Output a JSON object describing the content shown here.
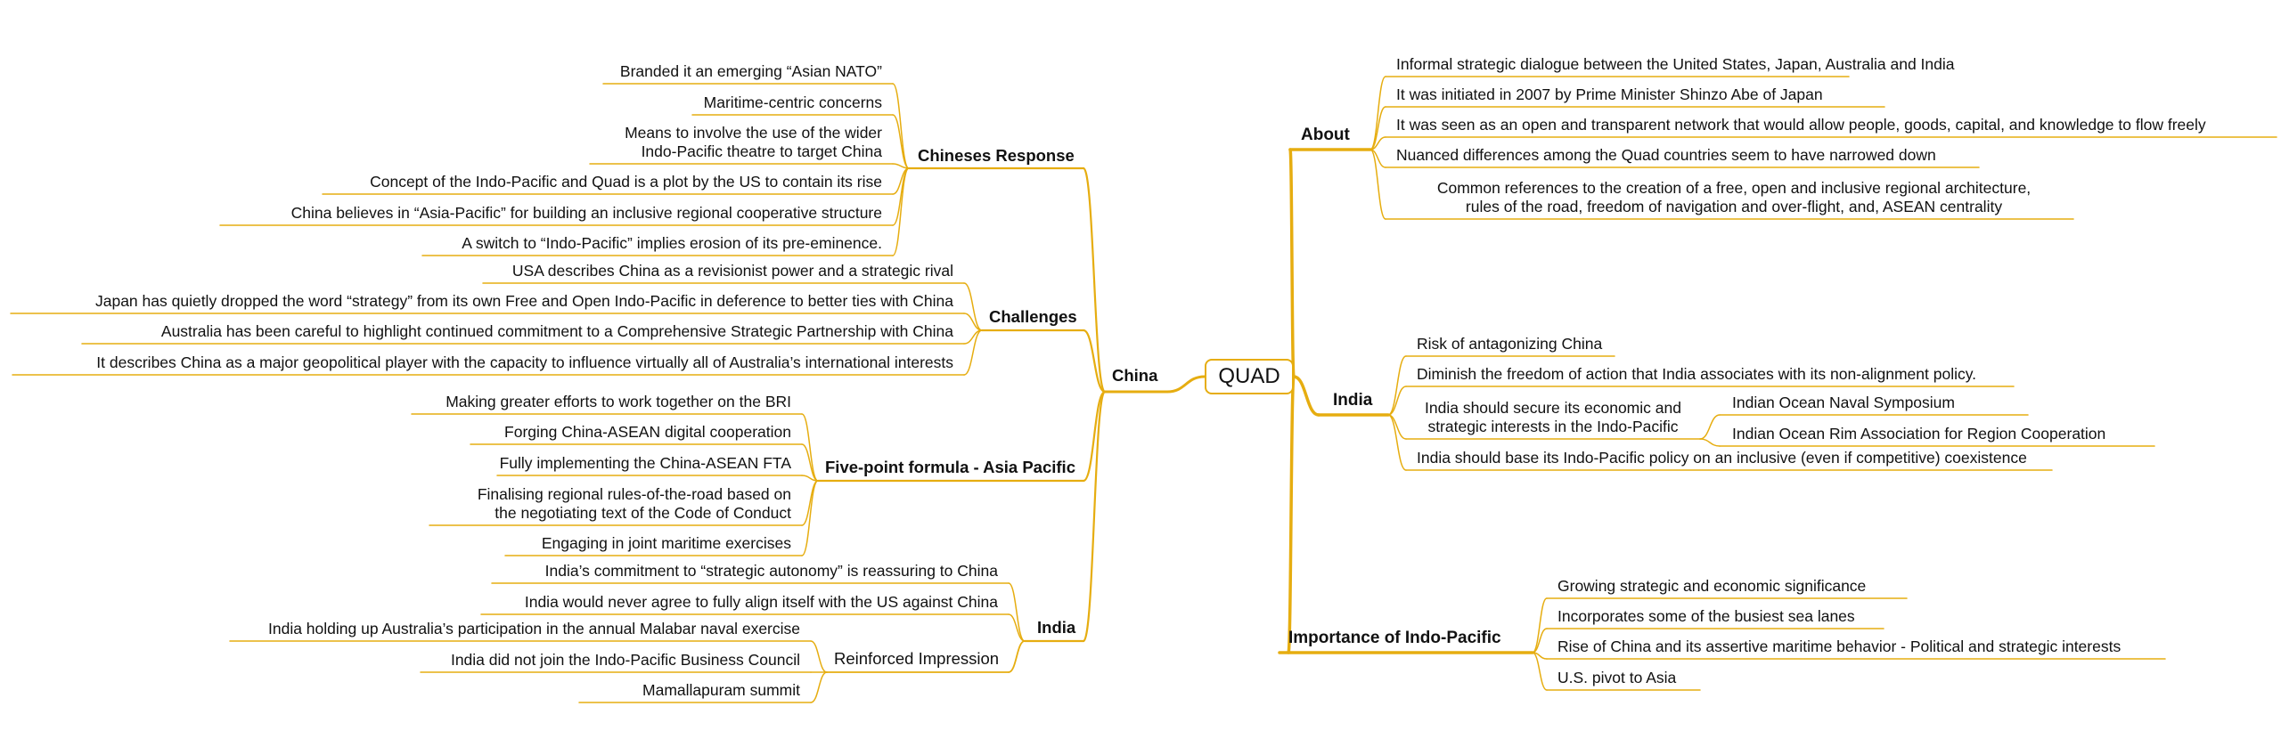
{
  "root": "QUAD",
  "china": {
    "label": "China",
    "chineses_response": {
      "label": "Chineses Response",
      "items": [
        "Branded it an emerging “Asian NATO”",
        "Maritime-centric concerns",
        "Means to involve the use of the wider\nIndo-Pacific theatre to target China",
        "Concept of the Indo-Pacific and Quad is a plot by the US to contain its rise",
        "China believes in “Asia-Pacific” for building an inclusive regional cooperative structure",
        "A switch to “Indo-Pacific” implies erosion of its pre-eminence."
      ]
    },
    "challenges": {
      "label": "Challenges",
      "items": [
        "USA describes China as a revisionist power and a strategic rival",
        "Japan has quietly dropped the word “strategy” from its own Free and Open Indo-Pacific in deference to better ties with China",
        "Australia has been careful to highlight continued commitment to a Comprehensive Strategic Partnership with China",
        "It describes China as a major geopolitical player with the capacity to influence virtually all of Australia’s international interests"
      ]
    },
    "five_point": {
      "label": "Five-point formula - Asia Pacific",
      "items": [
        "Making greater efforts to work together on the BRI",
        "Forging China-ASEAN digital cooperation",
        "Fully implementing the China-ASEAN FTA",
        "Finalising regional rules-of-the-road based on\nthe negotiating text of the Code of Conduct",
        "Engaging in joint maritime exercises"
      ]
    },
    "india": {
      "label": "India",
      "items": [
        "India’s commitment to “strategic autonomy” is reassuring to China",
        "India would never agree to fully align itself with the US against China"
      ],
      "reinforced": {
        "label": "Reinforced Impression",
        "items": [
          "India holding up Australia’s participation in the annual Malabar naval exercise",
          "India did not join the Indo-Pacific Business Council",
          "Mamallapuram summit"
        ]
      }
    }
  },
  "about": {
    "label": "About",
    "items": [
      "Informal strategic dialogue between the United States, Japan, Australia and India",
      "It was initiated in 2007 by Prime Minister Shinzo Abe of Japan",
      "It was seen as an open and transparent network that would allow people, goods, capital, and knowledge to flow freely",
      "Nuanced differences among the Quad countries seem to have narrowed down",
      "Common references to the creation of a free, open and inclusive regional architecture,\nrules of the road, freedom of navigation and over-flight, and, ASEAN centrality"
    ]
  },
  "india_right": {
    "label": "India",
    "items": [
      "Risk of antagonizing China",
      "Diminish the freedom of action that India associates with its non-alignment policy.",
      "India should secure its economic and\nstrategic interests in the Indo-Pacific",
      "India should base its Indo-Pacific policy on an inclusive (even if competitive) coexistence"
    ],
    "secure_children": [
      "Indian Ocean Naval Symposium",
      "Indian Ocean Rim Association for Region Cooperation"
    ]
  },
  "importance": {
    "label": "Importance of Indo-Pacific",
    "items": [
      "Growing strategic and economic significance",
      "Incorporates some of the busiest sea lanes",
      "Rise of China and its assertive maritime behavior - Political and strategic interests",
      "U.S. pivot to Asia"
    ]
  },
  "colors": {
    "branch": "#e6ad10",
    "text": "#111111",
    "background": "#ffffff"
  }
}
